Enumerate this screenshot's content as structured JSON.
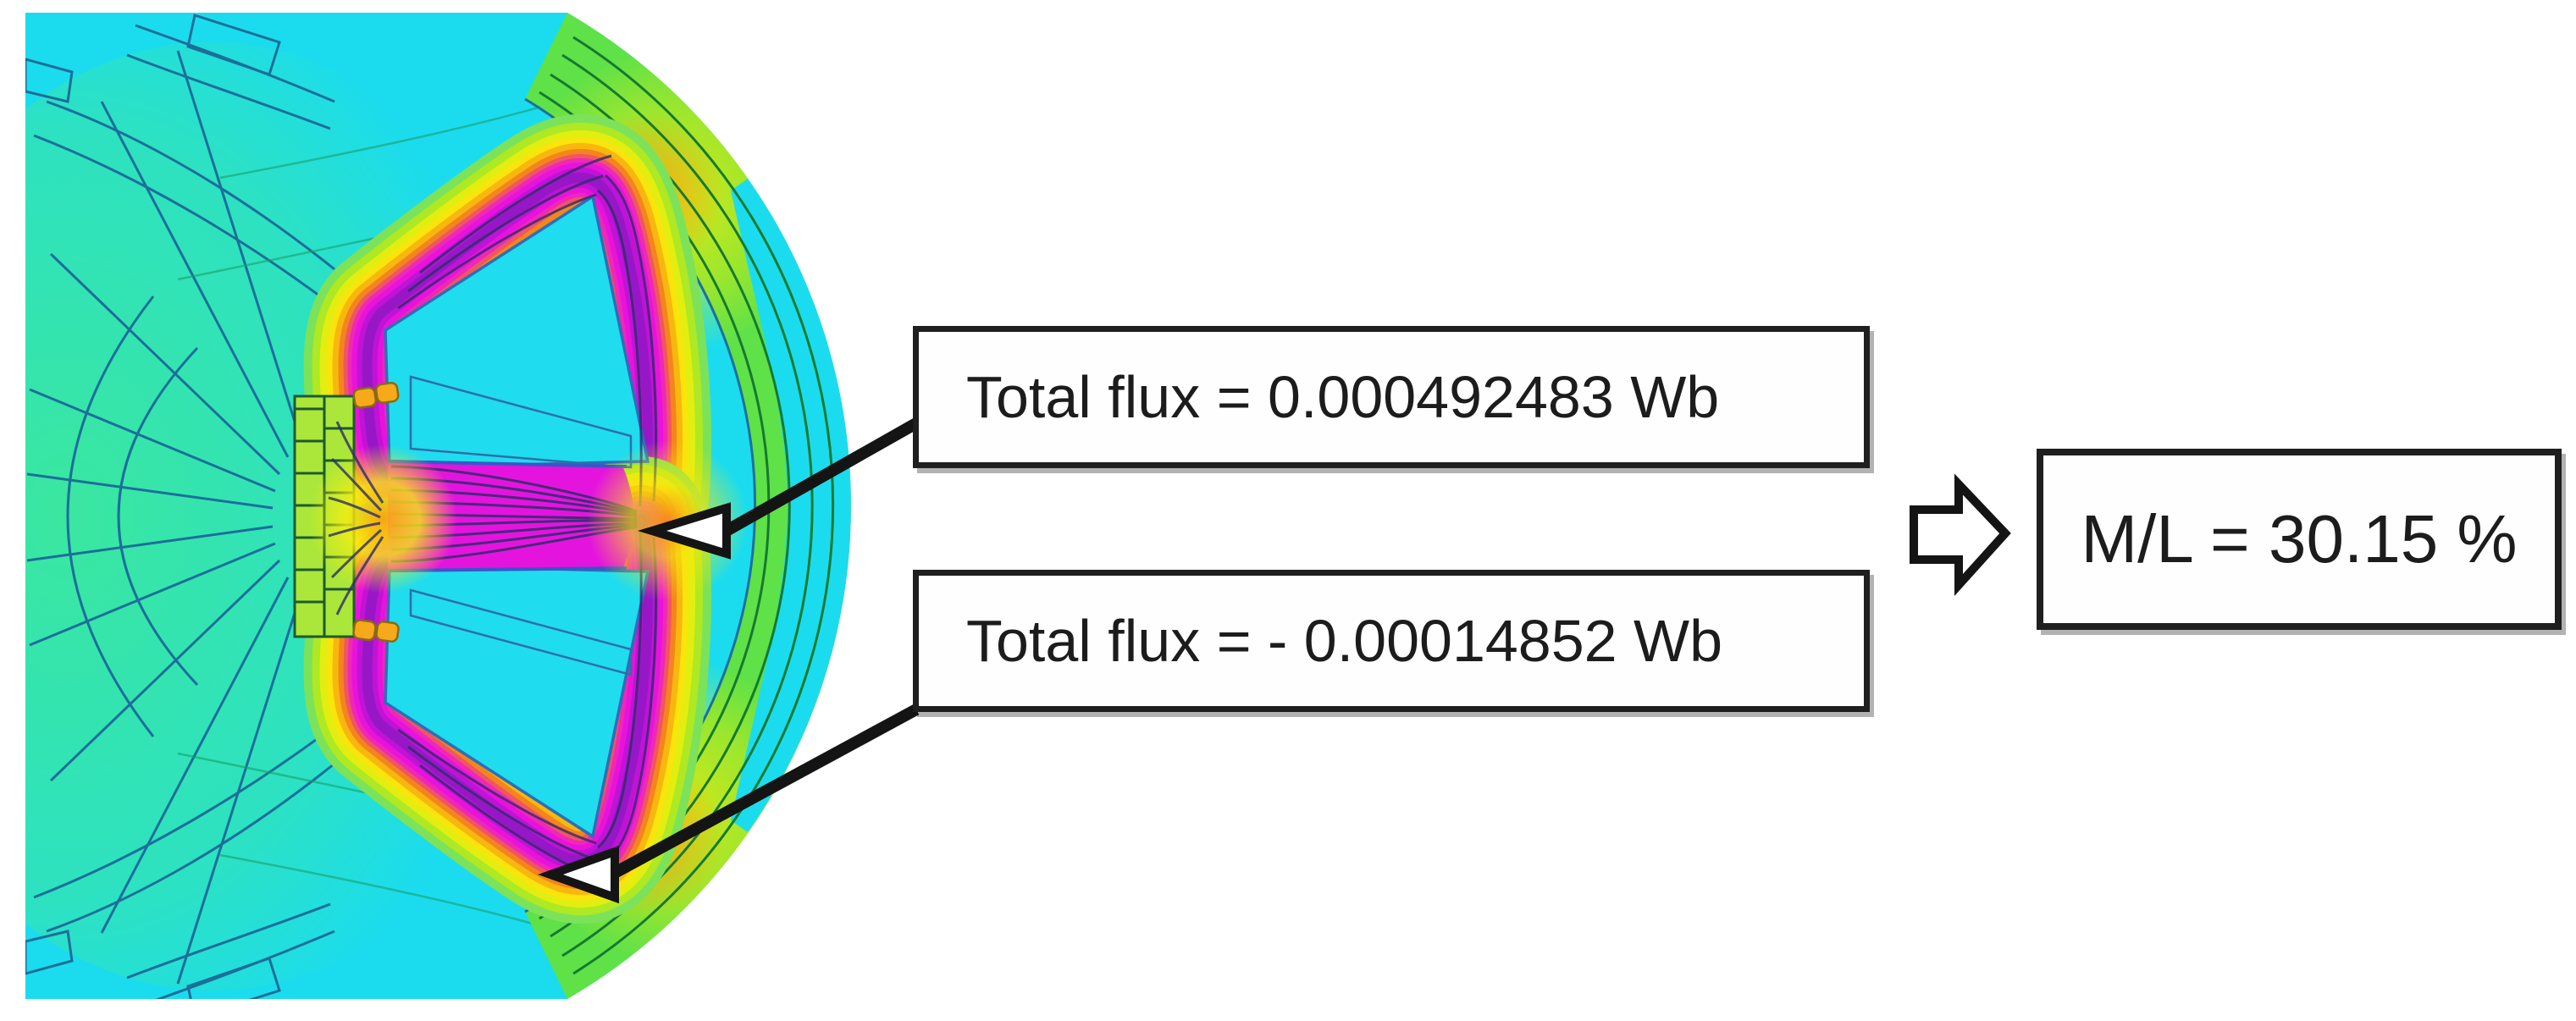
{
  "figure": {
    "callouts": [
      {
        "id": "flux-main",
        "label": "Total flux = 0.000492483 Wb"
      },
      {
        "id": "flux-leakage",
        "label": "Total flux = - 0.00014852 Wb"
      }
    ],
    "result": {
      "label": "M/L = 30.15 %"
    },
    "plot": {
      "type": "magnetic-flux-contour",
      "palette": {
        "field_cyan": "#1BDCEE",
        "field_green": "#3CE79B",
        "yoke_green": "#5FE148",
        "contour_yellowgreen": "#AEE923",
        "contour_yellow": "#F7E40C",
        "contour_orange": "#F4851D",
        "flux_pink": "#EE28B8",
        "flux_magenta": "#E912DC",
        "flux_purple": "#9717C7",
        "marker_orange": "#F5A91B",
        "flux_line_dark": "#2D2D6B",
        "structure_blue": "#1C6F9A",
        "annotation_black": "#141414"
      }
    },
    "icons": {
      "callout_pointer": "hollow-triangle-left",
      "implies_arrow": "block-arrow-right"
    }
  }
}
